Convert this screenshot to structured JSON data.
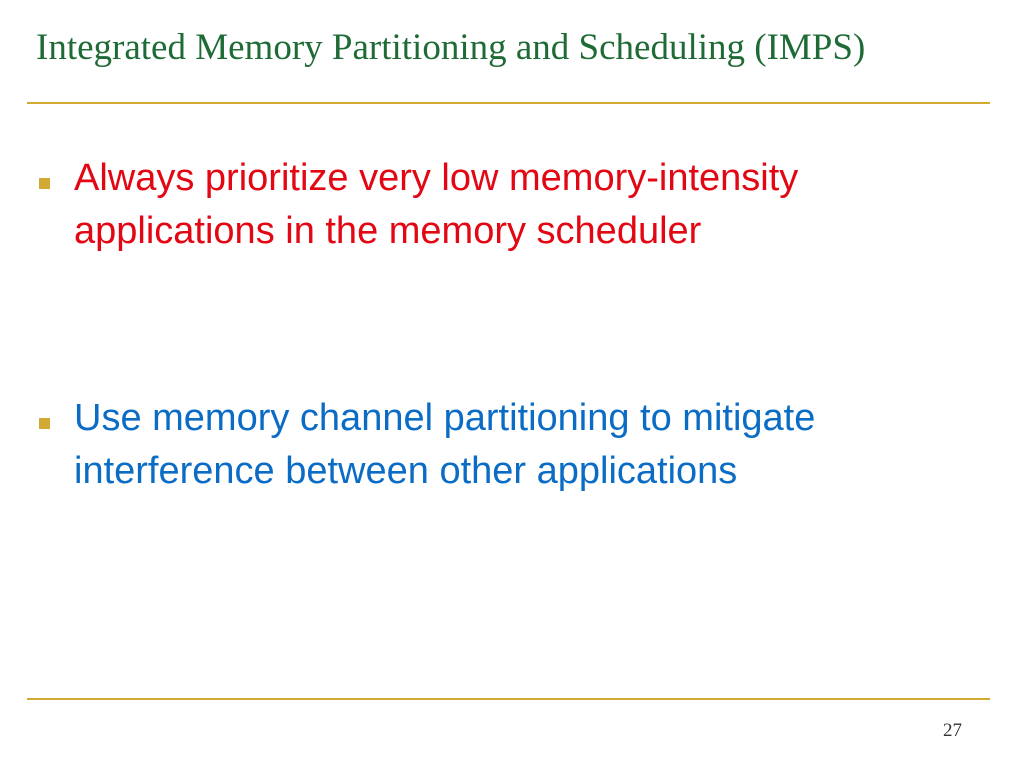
{
  "slide": {
    "title": "Integrated Memory Partitioning and Scheduling (IMPS)",
    "bullets": [
      {
        "text": "Always prioritize very low memory-intensity applications in the memory scheduler",
        "color": "#e30613"
      },
      {
        "text": "Use memory channel partitioning to mitigate interference between other applications",
        "color": "#0a6cc5"
      }
    ],
    "page_number": "27",
    "colors": {
      "title": "#1f6b36",
      "rule": "#d1a933",
      "bullet_marker": "#d1a933"
    }
  }
}
